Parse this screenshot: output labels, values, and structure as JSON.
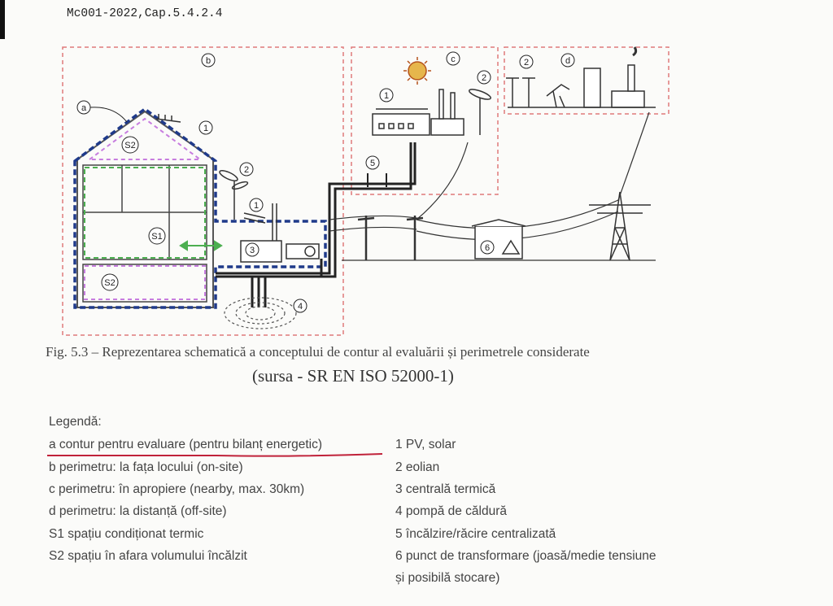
{
  "document_ref": "Mc001-2022,Cap.5.4.2.4",
  "figure": {
    "caption": "Fig. 5.3 – Reprezentarea schematică a conceptului de contur al evaluării și perimetrele considerate",
    "source": "(sursa - SR EN ISO 52000-1)",
    "markers": {
      "a": "a",
      "b": "b",
      "c": "c",
      "d": "d",
      "n1": "1",
      "n2": "2",
      "n3": "3",
      "n4": "4",
      "n5": "5",
      "n6": "6",
      "s1": "S1",
      "s2": "S2"
    }
  },
  "legend": {
    "title": "Legendă:",
    "left": [
      "a contur pentru evaluare (pentru bilanț energetic)",
      "b perimetru: la fața locului (on-site)",
      "c perimetru: în apropiere (nearby, max. 30km)",
      "d perimetru: la distanță (off-site)",
      "S1 spațiu condiționat termic",
      "S2 spațiu în afara volumului încălzit"
    ],
    "right": [
      "1 PV, solar",
      "2 eolian",
      "3 centrală termică",
      "4 pompă de căldură",
      "5 încălzire/răcire centralizată",
      "6 punct de transformare (joasă/medie tensiune",
      "și posibilă stocare)"
    ]
  },
  "colors": {
    "boundary_red": "#e07a7a",
    "contour_blue": "#1f3a8a",
    "s1_green": "#4caf50",
    "s2_violet": "#c77ddf",
    "underline_red": "#c0223a"
  }
}
